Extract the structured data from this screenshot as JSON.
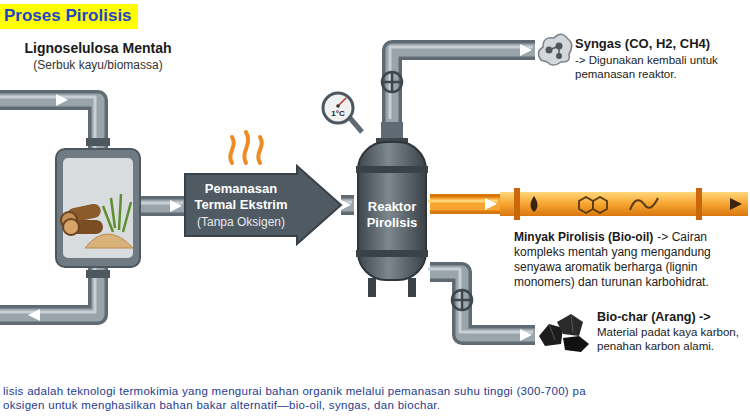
{
  "diagram": {
    "title": "Proses Pirolisis",
    "caption": "lisis adalah teknologi termokimia yang mengurai bahan organik melalui pemanasan suhu tinggi (300-700) pa oksigen untuk menghasilkan bahan bakar alternatif—bio-oil, syngas, dan biochar.",
    "nodes": [
      {
        "text": [
          "Lignoselulosa Mentah",
          "(Serbuk kayu/biomassa)"
        ]
      },
      {
        "text": [
          "Pemanasan Termal Ekstrim",
          "(Tanpa Oksigen)"
        ]
      },
      {
        "text": [
          "Reaktor Pirolisis"
        ]
      },
      {
        "text": [
          "Syngas (CO, H2, CH4)",
          "-> Digunakan kembali untuk pemanasan reaktor."
        ]
      },
      {
        "text": [
          "Minyak Pirolisis (Bio-oil)",
          "-> Cairan kompleks mentah yang mengandung senyawa aromatik berharga (lignin monomers) dan turunan karbohidrat."
        ]
      },
      {
        "text": [
          "Bio-char (Arang) ->",
          "Material padat kaya karbon, penahan karbon alami."
        ]
      }
    ],
    "edges": [
      {
        "from": 0,
        "to": 1,
        "arrow": "to"
      },
      {
        "from": 1,
        "to": 2,
        "arrow": "to"
      },
      {
        "from": 2,
        "to": 3,
        "arrow": "to"
      },
      {
        "from": 2,
        "to": 4,
        "arrow": "to"
      },
      {
        "from": 2,
        "to": 5,
        "arrow": "to"
      }
    ],
    "labels": [
      "1°C"
    ]
  }
}
